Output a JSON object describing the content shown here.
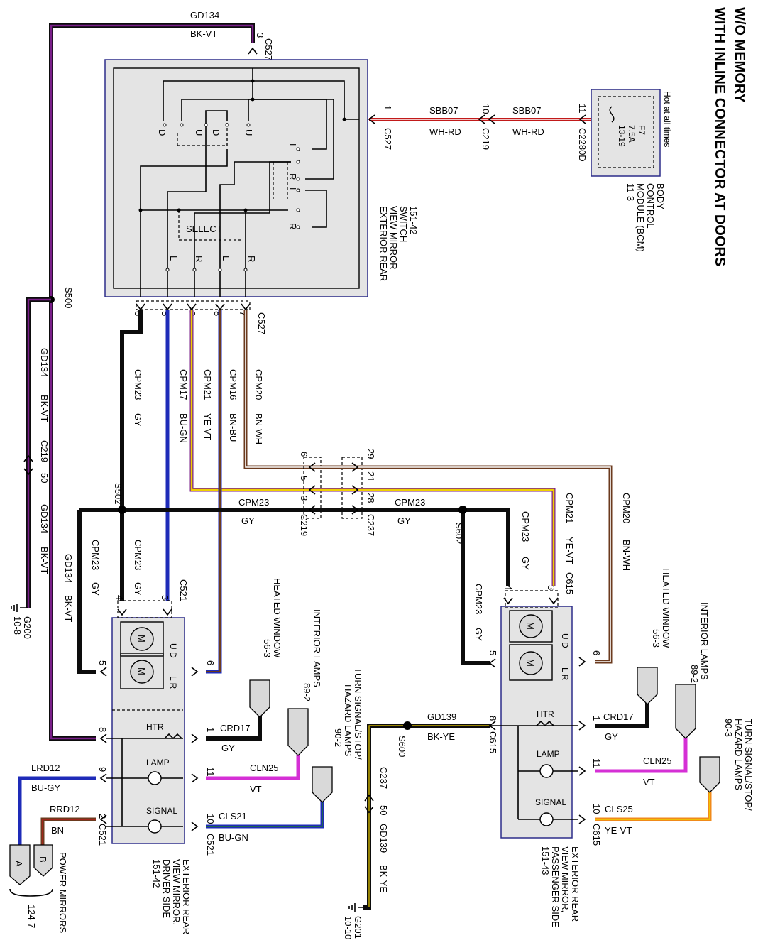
{
  "title": {
    "line1": "W/O MEMORY",
    "line2": "WITH INLINE CONNECTOR AT DOORS"
  },
  "colors": {
    "BK": "#0c0c0c",
    "VT": "#7a1f8a",
    "GY": "#a8a8a8",
    "BU": "#1e2bb8",
    "GN": "#1f7a2a",
    "YE": "#f0d000",
    "BN": "#6b3a1e",
    "WH": "#ffffff",
    "RD": "#c21a1a",
    "MG": "#d52fd5",
    "OG": "#f08a1a"
  },
  "bcm": {
    "hot_label": "Hot at all times",
    "fuse": [
      "F7",
      "7.5A",
      "13-19"
    ],
    "name": [
      "BODY",
      "CONTROL",
      "MODULE (BCM)",
      "11-3"
    ]
  },
  "feed": {
    "pin_c527": "1",
    "pin_c219": "10",
    "pin_c2280d": "11",
    "wire_left": "SBB07",
    "wire_right": "SBB07",
    "color_left": "WH-RD",
    "color_right": "WH-RD",
    "conn1": "C527",
    "conn2": "C219",
    "conn3": "C2280D"
  },
  "switch": {
    "name": [
      "EXTERIOR REAR",
      "VIEW MIRROR",
      "SWITCH",
      "151-42"
    ],
    "select_label": "SELECT",
    "top_letters": [
      "D",
      "U",
      "D",
      "U"
    ],
    "side_letters": [
      "L",
      "R",
      "L",
      "R"
    ],
    "bottom_letters": [
      "L",
      "R",
      "L",
      "R"
    ],
    "top_pin": "3",
    "top_conn": "C527",
    "bottom_pins": [
      "6",
      "5",
      "2",
      "8",
      "7"
    ],
    "bottom_conn": "C527"
  },
  "ground_top": {
    "circuit": "GD134",
    "color": "BK-VT"
  },
  "s500": "S500",
  "left_gd134": {
    "circuit1": "GD134",
    "color1": "BK-VT",
    "conn": "C219",
    "pin": "50",
    "circuit2": "GD134",
    "color2": "BK-VT",
    "circuit3": "GD134",
    "color3": "BK-VT"
  },
  "g200": {
    "name": "G200",
    "ref": "10-8"
  },
  "vwires": [
    {
      "circuit": "CPM23",
      "color": "GY"
    },
    {
      "circuit": "CPM17",
      "color": "BU-GN"
    },
    {
      "circuit": "CPM21",
      "color": "YE-VT"
    },
    {
      "circuit": "CPM16",
      "color": "BN-BU"
    },
    {
      "circuit": "CPM20",
      "color": "BN-WH"
    }
  ],
  "inline": {
    "c219": "C219",
    "c237": "C237",
    "c219_pins": [
      "6",
      "5",
      "3"
    ],
    "c237_pins": [
      "29",
      "21",
      "28"
    ],
    "h_circuit_left": "CPM23",
    "h_color_left": "GY",
    "h_circuit_right": "CPM23",
    "h_color_right": "GY"
  },
  "s502": "S502",
  "s602": "S602",
  "drv_wires": [
    {
      "circuit": "CPM23",
      "color": "GY"
    },
    {
      "circuit": "CPM23",
      "color": "GY"
    },
    {
      "circuit": "GD134",
      "color": "BK-VT"
    }
  ],
  "pass_wires": [
    {
      "circuit": "CPM23",
      "color": "GY"
    },
    {
      "circuit": "CPM21",
      "color": "YE-VT"
    },
    {
      "circuit": "CPM20",
      "color": "BN-WH"
    },
    {
      "circuit": "CPM23",
      "color": "GY"
    }
  ],
  "c521": "C521",
  "c615": "C615",
  "driver_mirror": {
    "name": [
      "EXTERIOR REAR",
      "VIEW MIRROR,",
      "DRIVER SIDE",
      "151-42"
    ],
    "motor": "M",
    "ud": "U D",
    "lr": "L R",
    "htr": "HTR",
    "lamp": "LAMP",
    "signal": "SIGNAL",
    "top_pins": [
      "4",
      "3"
    ],
    "left_pins": [
      "5",
      "8",
      "9",
      "2"
    ],
    "right_pins": [
      "6",
      "1",
      "11",
      "10"
    ]
  },
  "pass_mirror": {
    "name": [
      "EXTERIOR REAR",
      "VIEW MIRROR,",
      "PASSENGER SIDE",
      "151-43"
    ],
    "motor": "M",
    "ud": "U D",
    "lr": "L R",
    "htr": "HTR",
    "lamp": "LAMP",
    "signal": "SIGNAL",
    "top_pins": [
      "4",
      "3"
    ],
    "left_pins": [
      "5",
      "8"
    ],
    "right_pins": [
      "6",
      "1",
      "11",
      "10"
    ]
  },
  "drv_out": [
    {
      "circuit": "CRD17",
      "color": "GY",
      "dest": [
        "HEATED WINDOW",
        "56-3"
      ]
    },
    {
      "circuit": "CLN25",
      "color": "VT",
      "dest": [
        "INTERIOR LAMPS",
        "89-2"
      ]
    },
    {
      "circuit": "CLS21",
      "color": "BU-GN",
      "dest": [
        "TURN SIGNAL/STOP/",
        "HAZARD LAMPS",
        "90-2"
      ]
    }
  ],
  "pass_out": [
    {
      "circuit": "CRD17",
      "color": "GY",
      "dest": [
        "HEATED WINDOW",
        "56-3"
      ]
    },
    {
      "circuit": "CLN25",
      "color": "VT",
      "dest": [
        "INTERIOR LAMPS",
        "89-2"
      ]
    },
    {
      "circuit": "CLS25",
      "color": "YE-VT",
      "dest": [
        "TURN SIGNAL/STOP/",
        "HAZARD LAMPS",
        "90-3"
      ]
    }
  ],
  "power_mirrors": {
    "lrd": "LRD12",
    "lrd_color": "BU-GY",
    "rrd": "RRD12",
    "rrd_color": "BN",
    "tag_a": "A",
    "tag_b": "B",
    "name": "POWER MIRRORS",
    "ref": "124-7"
  },
  "gd139": {
    "circuit": "GD139",
    "color": "BK-YE",
    "s600": "S600",
    "conn": "C237",
    "pin": "50",
    "circuit2": "GD139",
    "color2": "BK-YE",
    "ground": "G201",
    "ref": "10-10"
  }
}
